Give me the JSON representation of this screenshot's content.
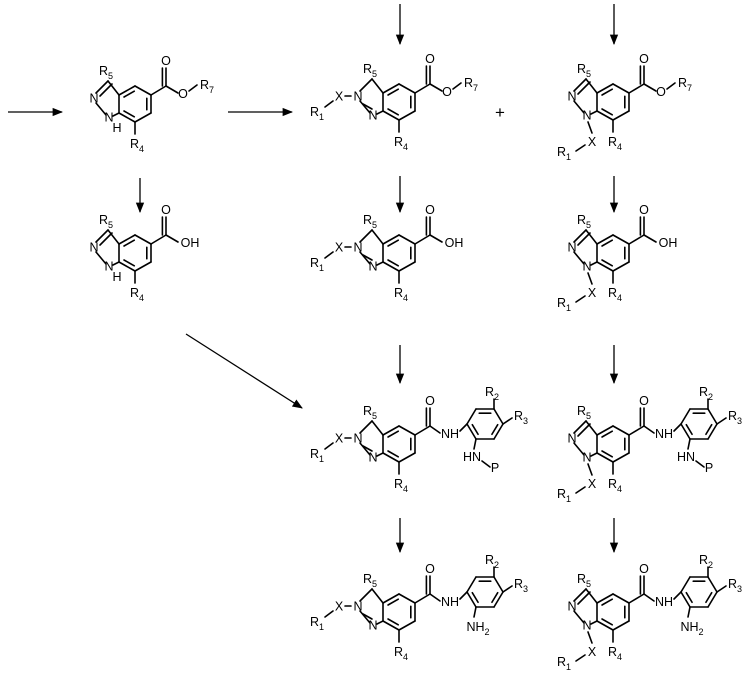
{
  "labels": {
    "R1": "R",
    "R1_sub": "1",
    "R2": "R",
    "R2_sub": "2",
    "R3": "R",
    "R3_sub": "3",
    "R4": "R",
    "R4_sub": "4",
    "R5": "R",
    "R5_sub": "5",
    "R7": "R",
    "R7_sub": "7",
    "X": "X",
    "N": "N",
    "NH": "N",
    "H": "H",
    "O": "O",
    "OH": "OH",
    "NH_amide": "NH",
    "HN": "HN",
    "P": "P",
    "NH2": "NH",
    "NH2_sub": "2",
    "dash": "–"
  },
  "plus_sign": "+"
}
